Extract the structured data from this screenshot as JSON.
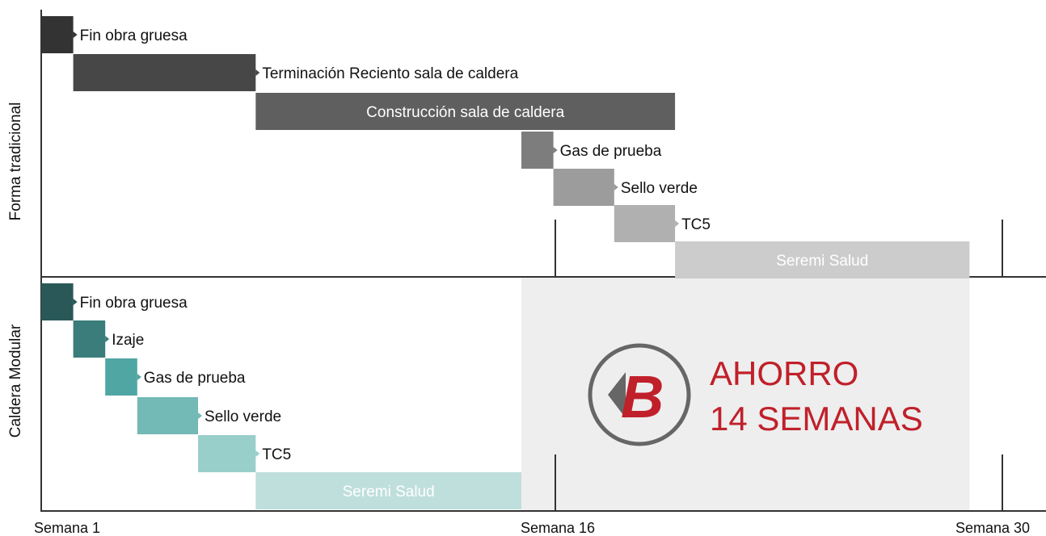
{
  "chart_data": {
    "type": "gantt",
    "x_unit": "Semana",
    "x_ticks": [
      {
        "label": "Semana 1",
        "value": 1
      },
      {
        "label": "Semana 16",
        "value": 16
      },
      {
        "label": "Semana 30",
        "value": 30
      }
    ],
    "groups": [
      {
        "name": "Forma tradicional",
        "tasks": [
          {
            "label": "Fin obra gruesa",
            "start": 1,
            "end": 2,
            "color": "#333333",
            "label_inside": false
          },
          {
            "label": "Terminación Reciento sala de caldera",
            "start": 2,
            "end": 7.7,
            "color": "#474747",
            "label_inside": false
          },
          {
            "label": "Construcción sala de caldera",
            "start": 7.7,
            "end": 20.8,
            "color": "#5f5f5f",
            "label_inside": true
          },
          {
            "label": "Gas de prueba",
            "start": 16,
            "end": 17,
            "color": "#7d7d7d",
            "label_inside": false
          },
          {
            "label": "Sello verde",
            "start": 17,
            "end": 18.9,
            "color": "#9c9c9c",
            "label_inside": false
          },
          {
            "label": "TC5",
            "start": 18.9,
            "end": 20.8,
            "color": "#b0b0b0",
            "label_inside": false
          },
          {
            "label": "Seremi Salud",
            "start": 20.8,
            "end": 30,
            "color": "#cccccc",
            "label_inside": true
          }
        ]
      },
      {
        "name": "Caldera Modular",
        "tasks": [
          {
            "label": "Fin obra gruesa",
            "start": 1,
            "end": 2,
            "color": "#2a5858",
            "label_inside": false
          },
          {
            "label": "Izaje",
            "start": 2,
            "end": 3,
            "color": "#3a7d7a",
            "label_inside": false
          },
          {
            "label": "Gas de prueba",
            "start": 3,
            "end": 4,
            "color": "#50a6a3",
            "label_inside": false
          },
          {
            "label": "Sello verde",
            "start": 4,
            "end": 5.9,
            "color": "#73b9b5",
            "label_inside": false
          },
          {
            "label": "TC5",
            "start": 5.9,
            "end": 7.7,
            "color": "#98cfcb",
            "label_inside": false
          },
          {
            "label": "Seremi Salud",
            "start": 7.7,
            "end": 16,
            "color": "#bfdfdc",
            "label_inside": true
          }
        ]
      }
    ],
    "savings": {
      "line1": "AHORRO",
      "line2": "14 SEMANAS",
      "start": 16,
      "end": 30,
      "bg_color": "#eeeeee",
      "text_color": "#c0202a",
      "logo_letter": "B"
    }
  }
}
